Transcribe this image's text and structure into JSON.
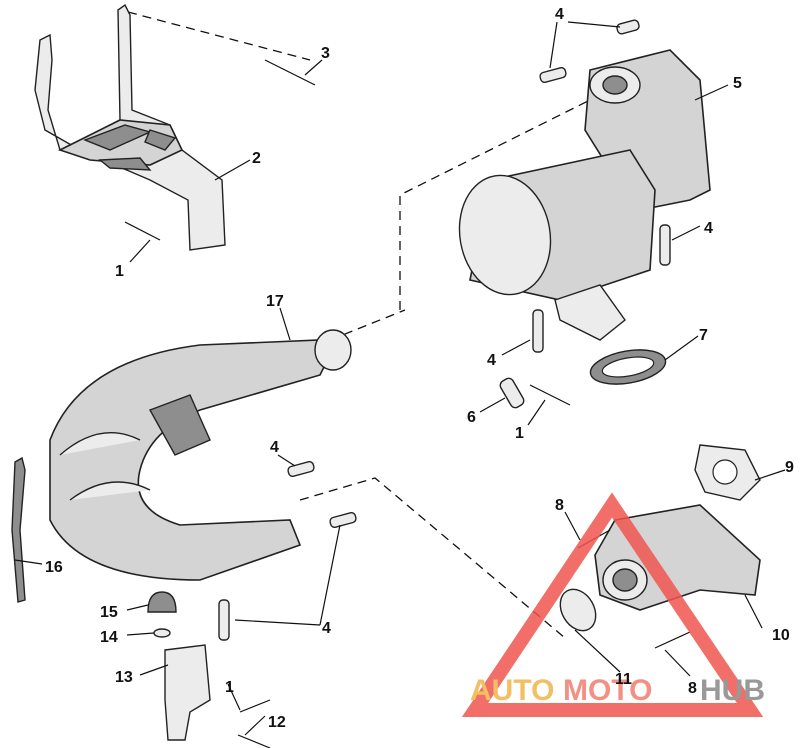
{
  "callouts": [
    {
      "id": "c1a",
      "text": "1"
    },
    {
      "id": "c2",
      "text": "2"
    },
    {
      "id": "c3",
      "text": "3"
    },
    {
      "id": "c4a",
      "text": "4"
    },
    {
      "id": "c5",
      "text": "5"
    },
    {
      "id": "c4b",
      "text": "4"
    },
    {
      "id": "c17",
      "text": "17"
    },
    {
      "id": "c7",
      "text": "7"
    },
    {
      "id": "c4c",
      "text": "4"
    },
    {
      "id": "c6",
      "text": "6"
    },
    {
      "id": "c1b",
      "text": "1"
    },
    {
      "id": "c4d",
      "text": "4"
    },
    {
      "id": "c9",
      "text": "9"
    },
    {
      "id": "c8a",
      "text": "8"
    },
    {
      "id": "c16",
      "text": "16"
    },
    {
      "id": "c15",
      "text": "15"
    },
    {
      "id": "c14",
      "text": "14"
    },
    {
      "id": "c4e",
      "text": "4"
    },
    {
      "id": "c10",
      "text": "10"
    },
    {
      "id": "c13",
      "text": "13"
    },
    {
      "id": "c1c",
      "text": "1"
    },
    {
      "id": "c11",
      "text": "11"
    },
    {
      "id": "c8b",
      "text": "8"
    },
    {
      "id": "c12",
      "text": "12"
    }
  ],
  "watermark": {
    "part1": "AUTO",
    "part2": "MOTO",
    "part3": "HUB",
    "colors": {
      "auto": "#f2b54a",
      "moto": "#f37d6e",
      "hub": "#888888",
      "triangle": "#f0554e"
    }
  }
}
